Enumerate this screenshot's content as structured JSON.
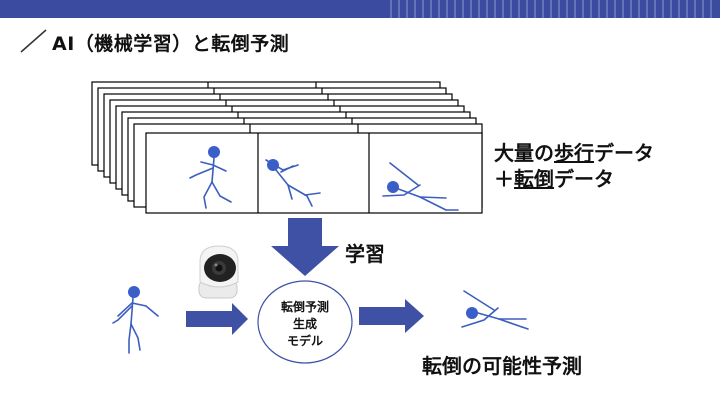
{
  "header": {
    "title": "AI（機械学習）と転倒予測",
    "accent_color": "#3b4b9f"
  },
  "dataset": {
    "walking_prefix": "大量の",
    "walking_underlined": "歩行",
    "walking_suffix": "データ",
    "fall_prefix": "＋",
    "fall_underlined": "転倒",
    "fall_suffix": "データ"
  },
  "learn_label": "学習",
  "model": {
    "line1": "転倒予測",
    "line2": "生成",
    "line3": "モデル"
  },
  "result_label": "転倒の可能性予測",
  "icons": {
    "camera": "security-camera-icon",
    "person_walking": "walking-person-icon",
    "person_fallen": "fallen-person-icon"
  },
  "colors": {
    "figure": "#3c5fbf",
    "figure_head": "#3a5fc9",
    "arrow": "#3f51a5"
  }
}
